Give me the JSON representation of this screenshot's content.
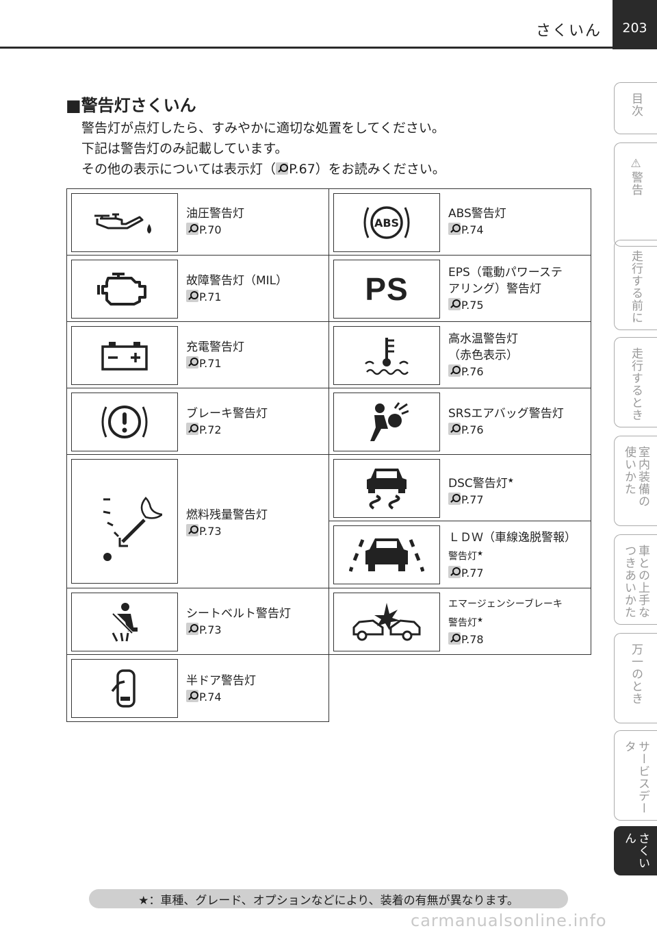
{
  "header": {
    "title": "さくいん",
    "page_number": "203"
  },
  "section": {
    "title": "■警告灯さくいん",
    "intro": [
      "警告灯が点灯したら、すみやかに適切な処置をしてください。",
      "下記は警告灯のみ記載しています。"
    ],
    "intro3_before": "その他の表示については表示灯（",
    "intro3_ref": "P.67",
    "intro3_after": "）をお読みください。"
  },
  "lamps": {
    "oil": {
      "name": "油圧警告灯",
      "ref": "P.70"
    },
    "abs": {
      "name": "ABS警告灯",
      "ref": "P.74",
      "icon_text": "ABS"
    },
    "mil": {
      "name": "故障警告灯（MIL）",
      "ref": "P.71"
    },
    "eps": {
      "name_line1": "EPS（電動パワーステ",
      "name_line2": "アリング）警告灯",
      "ref": "P.75",
      "icon_text": "PS"
    },
    "charge": {
      "name": "充電警告灯",
      "ref": "P.71"
    },
    "temp": {
      "name_line1": "高水温警告灯",
      "name_line2": "（赤色表示）",
      "ref": "P.76"
    },
    "brake": {
      "name": "ブレーキ警告灯",
      "ref": "P.72"
    },
    "srs": {
      "name": "SRSエアバッグ警告灯",
      "ref": "P.76"
    },
    "fuel": {
      "name": "燃料残量警告灯",
      "ref": "P.73"
    },
    "dsc": {
      "name": "DSC警告灯",
      "ref": "P.77"
    },
    "ldw": {
      "name_line1": "ＬＤＷ（車線逸脱警報）",
      "name_line2": "警告灯",
      "ref": "P.77"
    },
    "seatbelt": {
      "name": "シートベルト警告灯",
      "ref": "P.73"
    },
    "emergency": {
      "name_line1": "エマージェンシーブレーキ",
      "name_line2": "警告灯",
      "ref": "P.78"
    },
    "door": {
      "name": "半ドア警告灯",
      "ref": "P.74"
    }
  },
  "star": "★",
  "tabs": [
    {
      "label": "目次"
    },
    {
      "label": "警告"
    },
    {
      "label": "走行する前に"
    },
    {
      "label": "走行するとき"
    },
    {
      "label_col1": "室内装備の",
      "label_col2": "使いかた"
    },
    {
      "label_col1": "車との上手な",
      "label_col2": "つきあいかた"
    },
    {
      "label": "万一のとき"
    },
    {
      "label": "サービスデータ"
    },
    {
      "label": "さくいん"
    }
  ],
  "footer": {
    "note": "★：車種、グレード、オプションなどにより、装着の有無が異なります。"
  },
  "watermark": "carmanualsonline.info",
  "colors": {
    "dark": "#2a2a2a",
    "tab_gray": "#999999",
    "footer_bg": "#cfcfcf"
  }
}
